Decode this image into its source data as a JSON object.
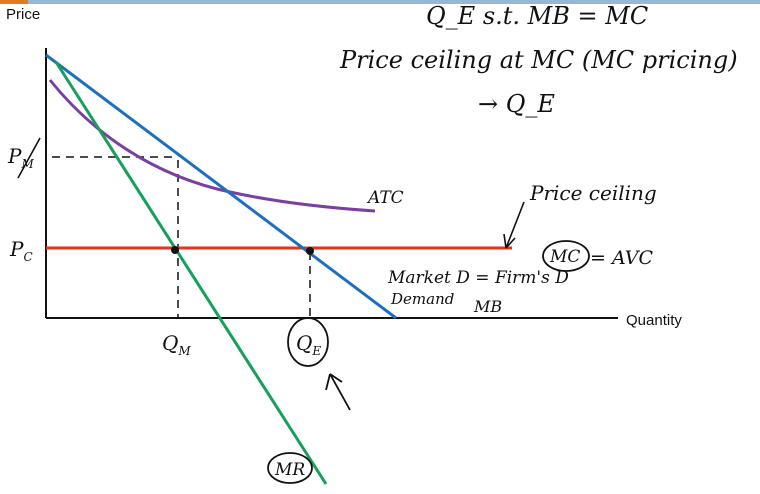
{
  "chart_data": {
    "type": "line",
    "title": "",
    "xlabel": "Quantity",
    "ylabel": "Price",
    "series": [
      {
        "name": "Demand",
        "color": "#1f6fbf"
      },
      {
        "name": "MR",
        "color": "#16a05a"
      },
      {
        "name": "ATC",
        "color": "#7a3fa0"
      },
      {
        "name": "MC = AVC",
        "color": "#e5321e"
      }
    ],
    "tick_labels": {
      "y": [
        "P_M",
        "P_C"
      ],
      "x": [
        "Q_M",
        "Q_E"
      ]
    },
    "annotations": {
      "atc_label": "ATC",
      "demand_label": "Demand",
      "mb_label": "MB",
      "market_d": "Market D = Firm's D",
      "price_ceiling_label": "Price ceiling",
      "mc_label": "MC",
      "avc_label": "= AVC",
      "mr_label": "MR",
      "note_line1": "Q_E s.t. MB = MC",
      "note_line2": "Price ceiling at MC (MC pricing)",
      "note_line3": "→ Q_E"
    }
  },
  "colors": {
    "demand": "#1f6fbf",
    "mr": "#16a05a",
    "atc": "#7a3fa0",
    "mc": "#e5321e",
    "top_bar": "#9ab6d6",
    "top_bar_accent": "#e07b24"
  }
}
